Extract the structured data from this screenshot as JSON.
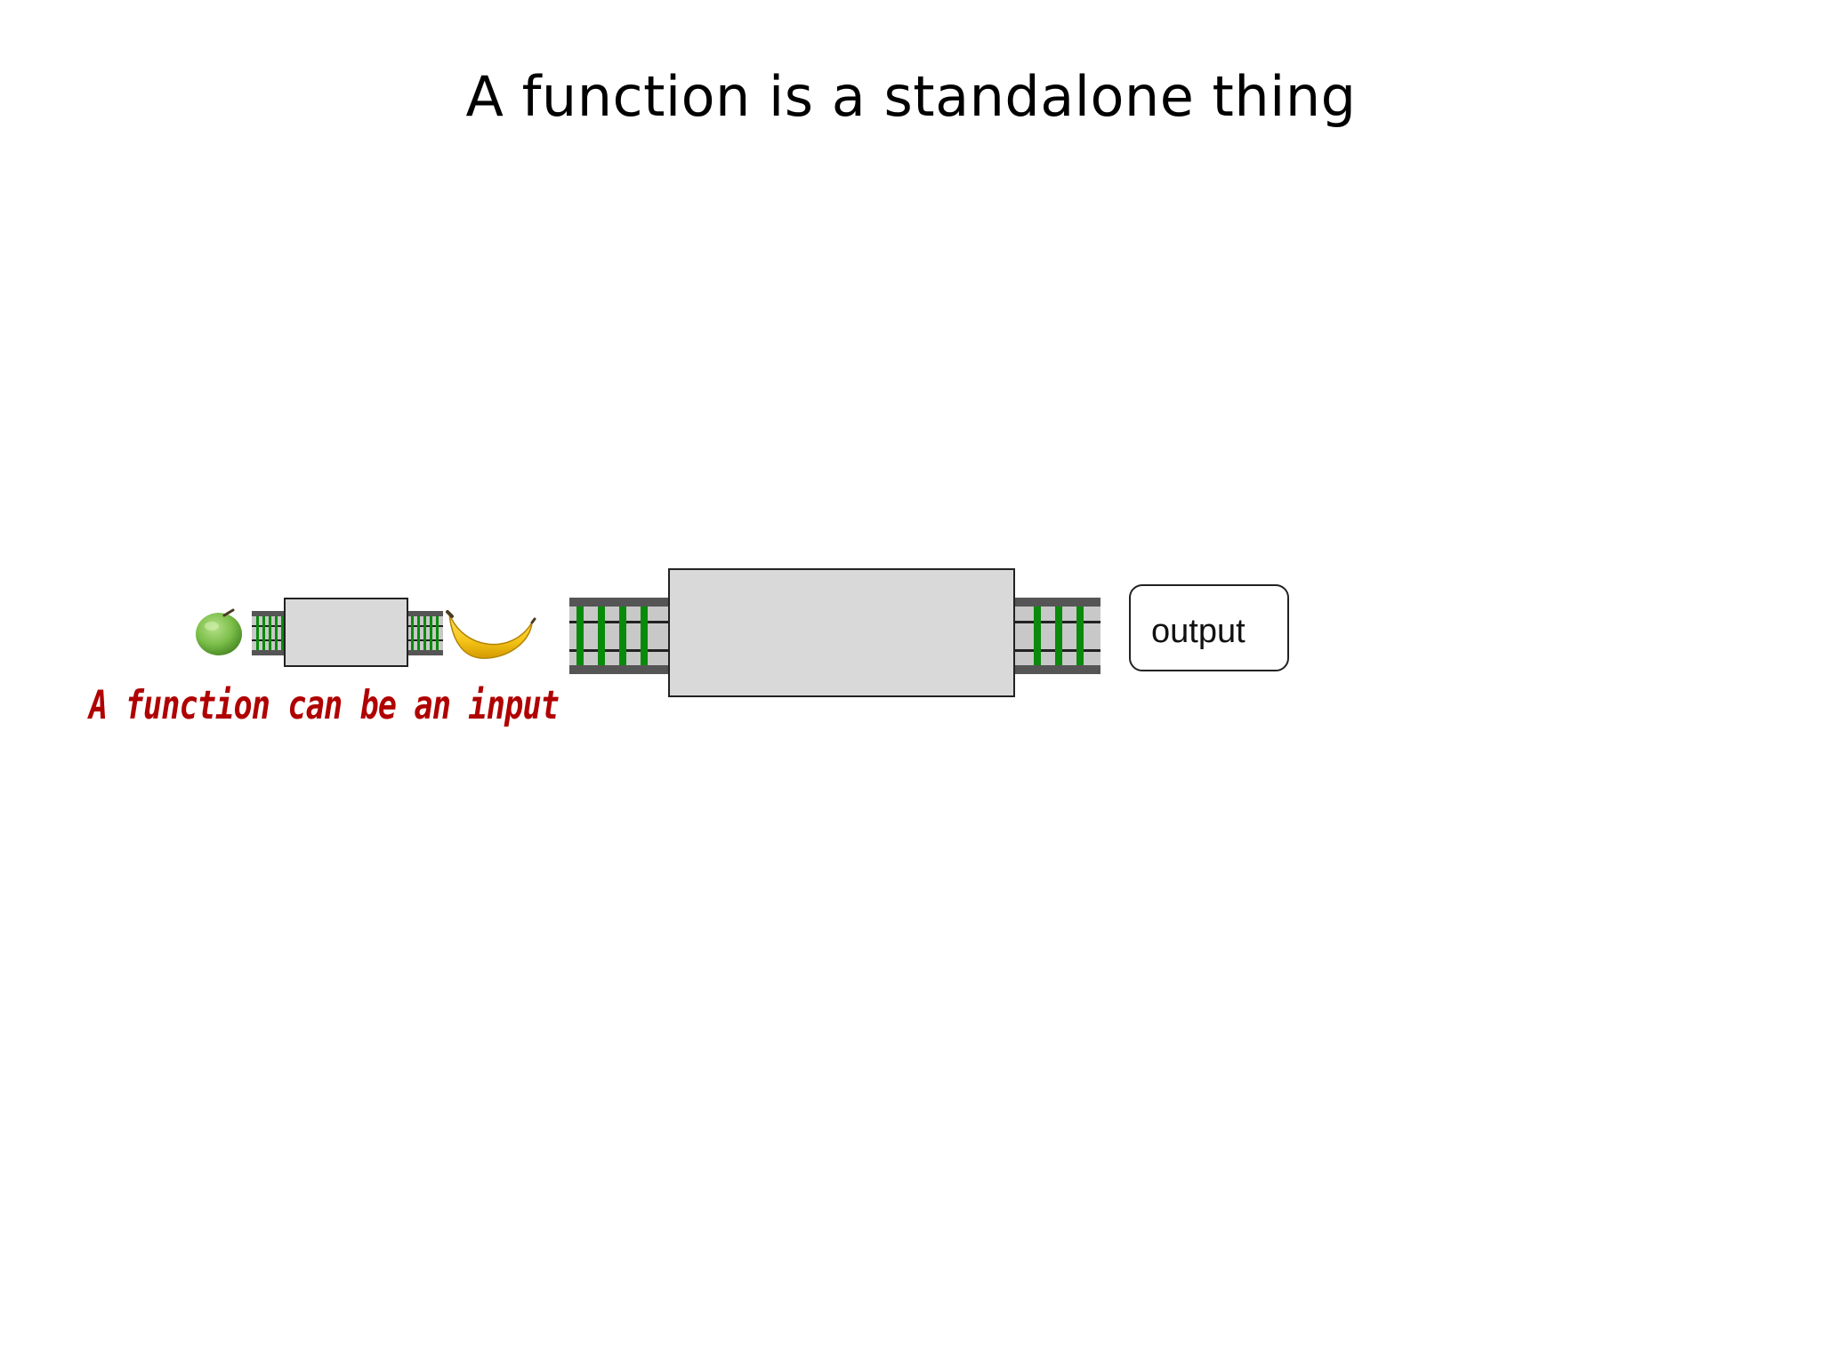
{
  "slide": {
    "title": "A function is a standalone thing"
  },
  "diagram": {
    "output_label": "output",
    "annotation": "A function can be an input",
    "icons": {
      "input_item": "apple-icon",
      "output_item": "banana-icon"
    },
    "colors": {
      "box_fill": "#d9d9d9",
      "track_rail": "#555555",
      "track_bed": "#c8c8c8",
      "track_tie": "#0a8a0a",
      "annotation": "#b00000",
      "apple": "#7cbf4a",
      "banana": "#f5c518"
    }
  }
}
